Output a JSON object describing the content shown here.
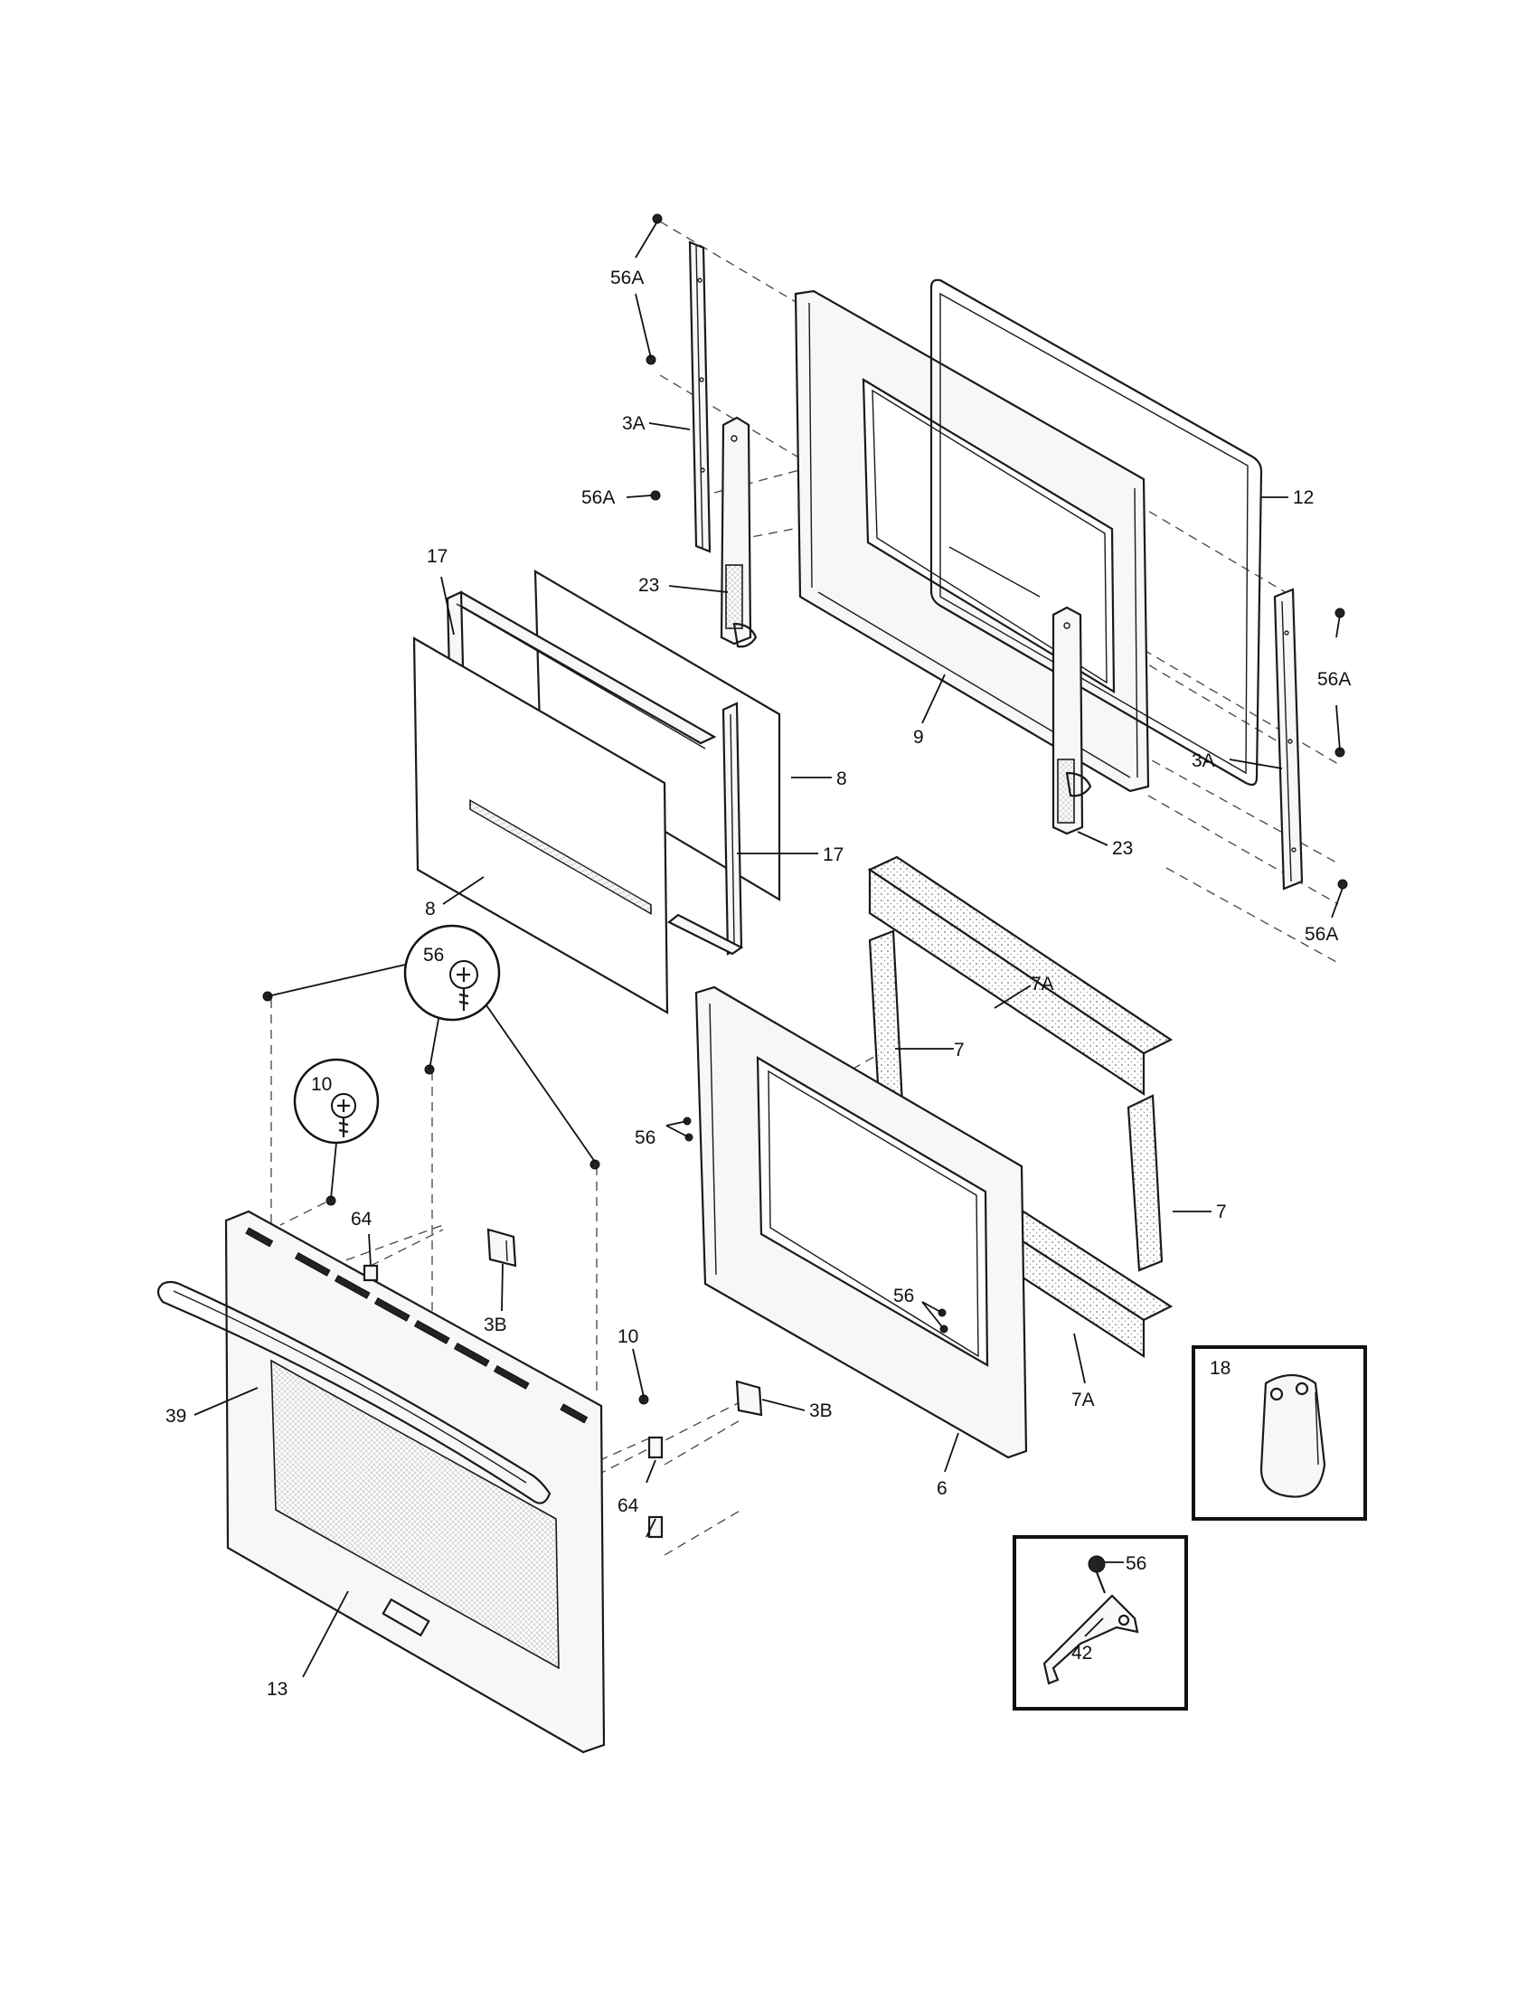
{
  "labels": {
    "l_56a_1": "56A",
    "l_3a_1": "3A",
    "l_56a_2": "56A",
    "l_17_1": "17",
    "l_23_1": "23",
    "l_12": "12",
    "l_56a_3": "56A",
    "l_3a_2": "3A",
    "l_9": "9",
    "l_8_1": "8",
    "l_17_2": "17",
    "l_23_2": "23",
    "l_8_2": "8",
    "l_56a_4": "56A",
    "l_7a_1": "7A",
    "l_56_circle": "56",
    "l_7_1": "7",
    "l_10_circle": "10",
    "l_56_1": "56",
    "l_7_2": "7",
    "l_64_1": "64",
    "l_3b_1": "3B",
    "l_56_2": "56",
    "l_10": "10",
    "l_7a_2": "7A",
    "l_39": "39",
    "l_3b_2": "3B",
    "l_6": "6",
    "l_18": "18",
    "l_64_2": "64",
    "l_56_3": "56",
    "l_42": "42",
    "l_13": "13"
  }
}
